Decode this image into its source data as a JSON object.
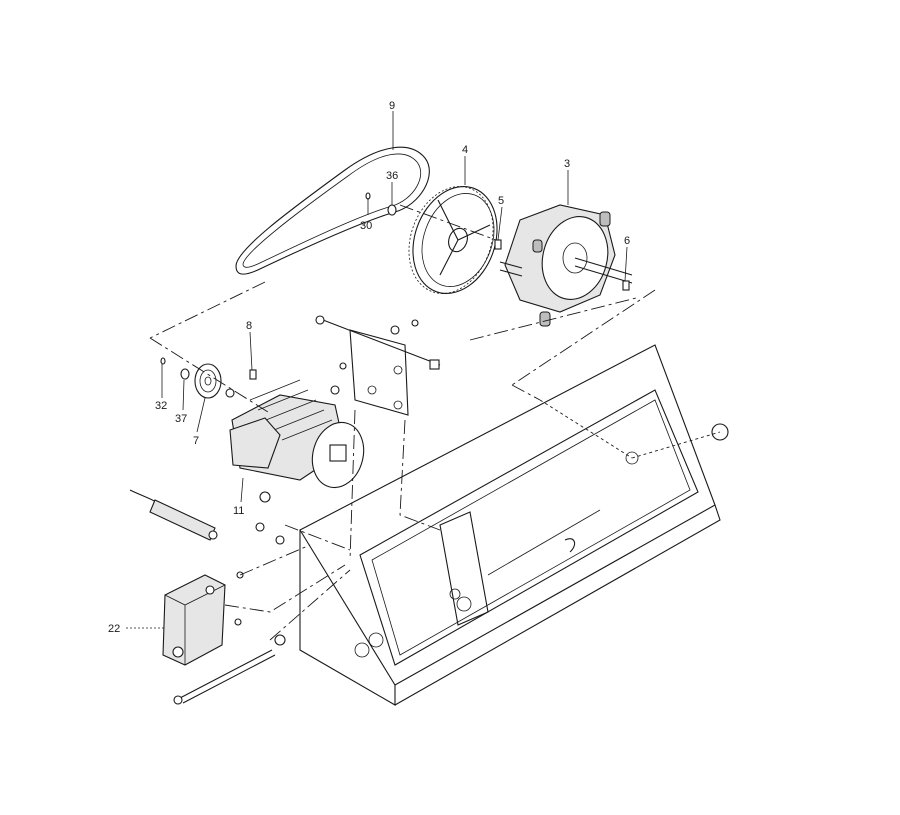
{
  "callouts": {
    "p9": "9",
    "p4": "4",
    "p3": "3",
    "p36": "36",
    "p30": "30",
    "p5": "5",
    "p6": "6",
    "p8": "8",
    "p32": "32",
    "p37": "37",
    "p7": "7",
    "p11": "11",
    "p22": "22"
  }
}
